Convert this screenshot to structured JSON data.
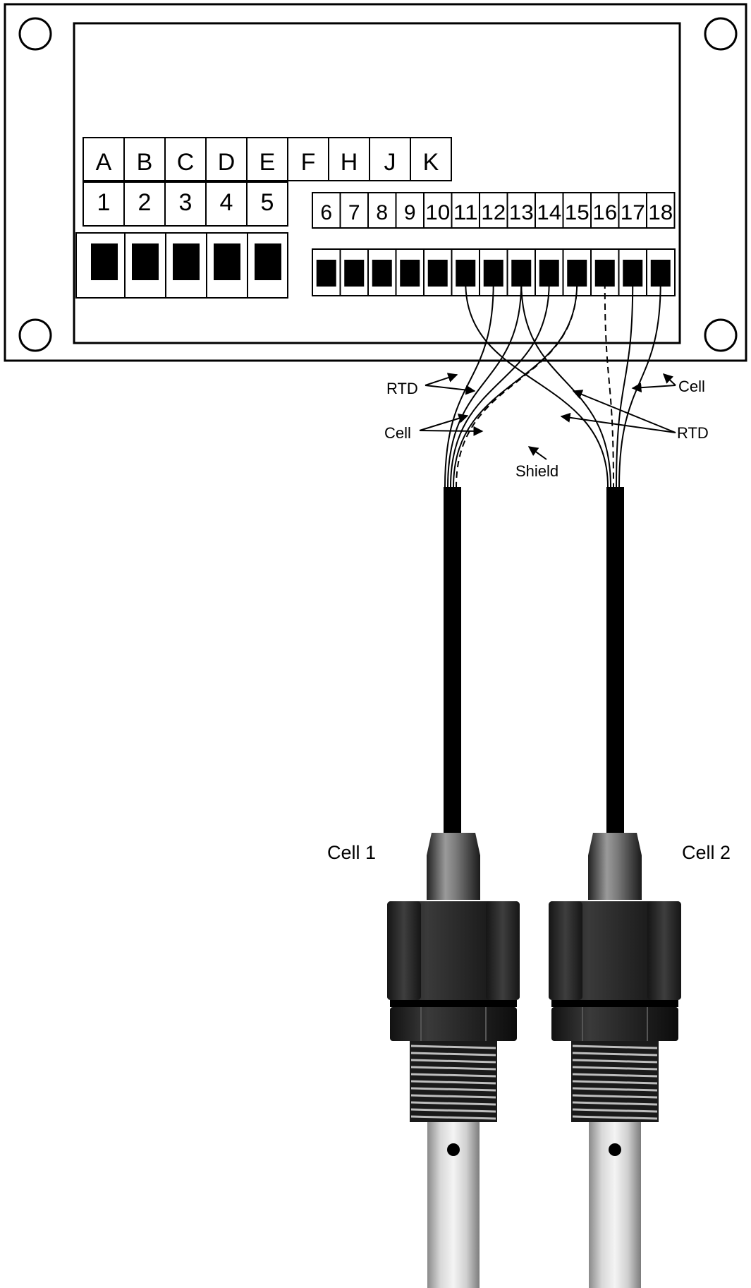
{
  "letter_labels": [
    "A",
    "B",
    "C",
    "D",
    "E",
    "F",
    "H",
    "J",
    "K"
  ],
  "left_terminal_numbers": [
    "1",
    "2",
    "3",
    "4",
    "5"
  ],
  "right_terminal_numbers": [
    "6",
    "7",
    "8",
    "9",
    "10",
    "11",
    "12",
    "13",
    "14",
    "15",
    "16",
    "17",
    "18"
  ],
  "annotations": {
    "rtd_left": "RTD",
    "cell_left": "Cell",
    "shield": "Shield",
    "cell_right": "Cell",
    "rtd_right": "RTD"
  },
  "probes": {
    "left": "Cell 1",
    "right": "Cell 2"
  },
  "wires": [
    {
      "terminal": "11",
      "cable": "right",
      "style": "solid"
    },
    {
      "terminal": "12",
      "cable": "left",
      "style": "solid"
    },
    {
      "terminal": "13",
      "cable": "left",
      "style": "solid"
    },
    {
      "terminal": "13",
      "cable": "right",
      "style": "solid"
    },
    {
      "terminal": "14",
      "cable": "left",
      "style": "solid"
    },
    {
      "terminal": "15",
      "cable": "left",
      "style": "solid"
    },
    {
      "terminal": "15",
      "cable": "left",
      "style": "dashed"
    },
    {
      "terminal": "16",
      "cable": "right",
      "style": "dashed"
    },
    {
      "terminal": "17",
      "cable": "right",
      "style": "solid"
    },
    {
      "terminal": "18",
      "cable": "right",
      "style": "solid"
    }
  ]
}
